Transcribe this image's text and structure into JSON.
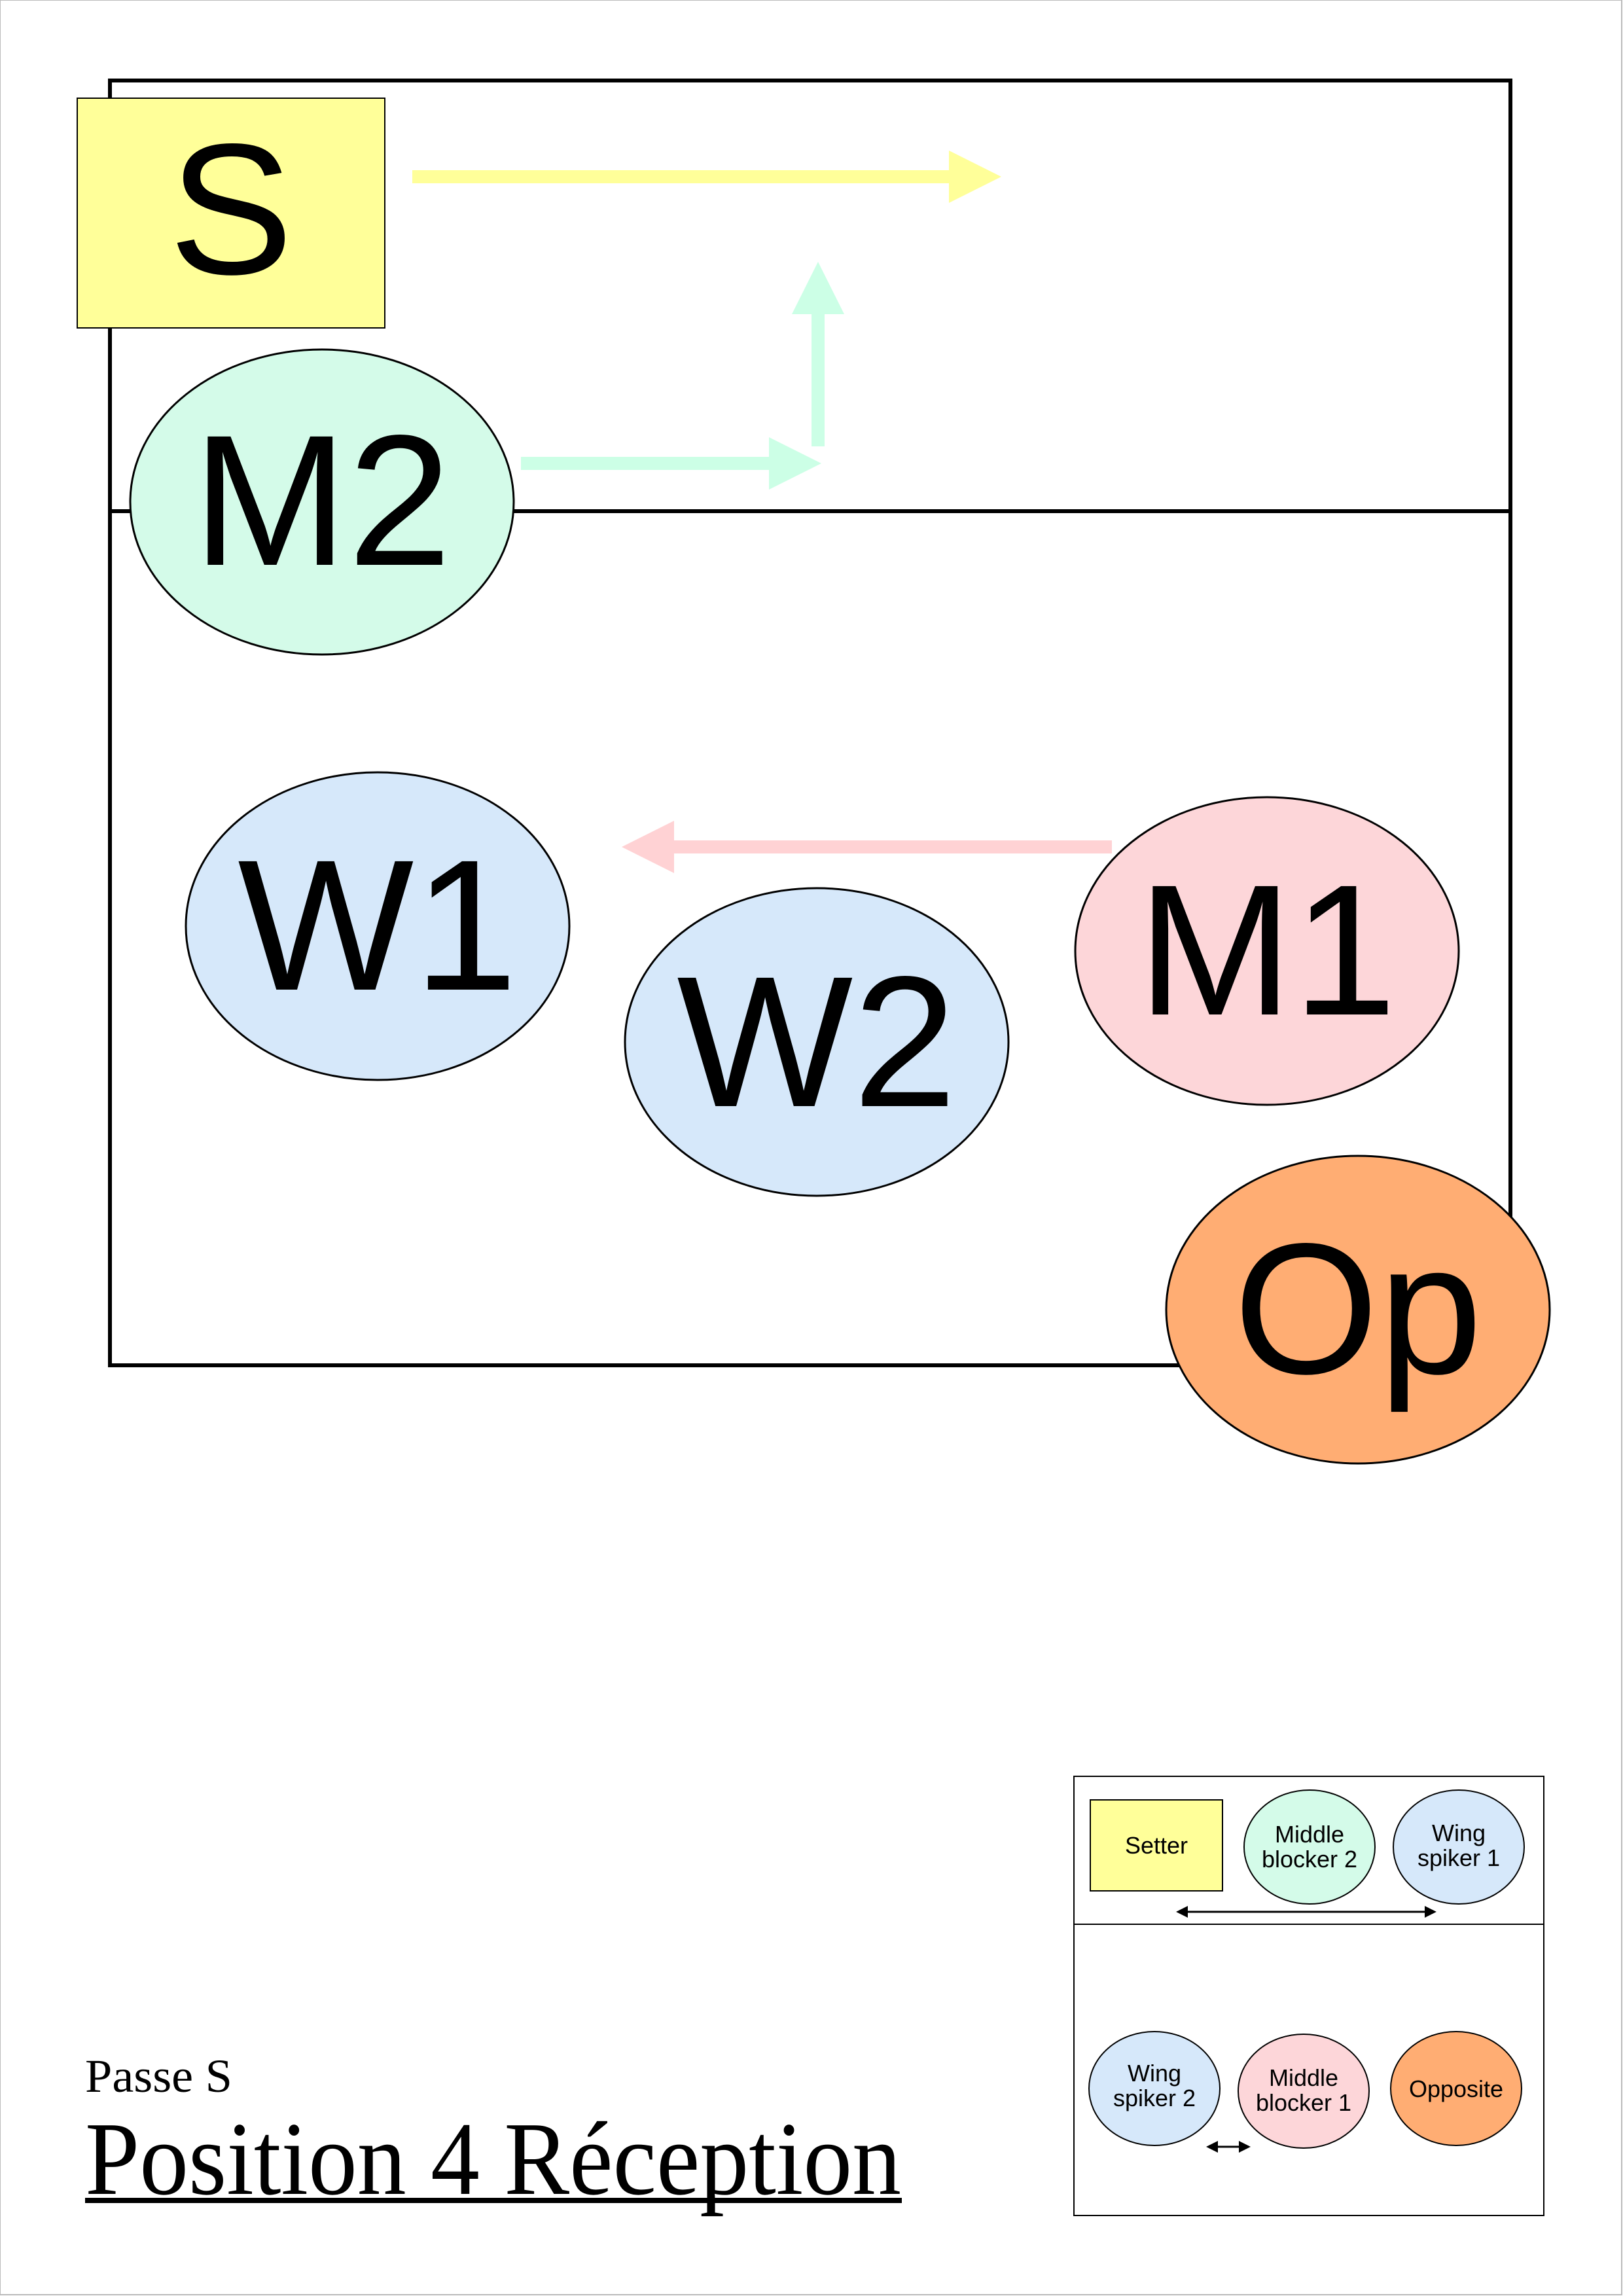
{
  "players": {
    "setter": {
      "label": "S",
      "color": "#FFFF99"
    },
    "middle2": {
      "label": "M2",
      "color": "#D4FBE9"
    },
    "wing1": {
      "label": "W1",
      "color": "#D6E8FA"
    },
    "wing2": {
      "label": "W2",
      "color": "#D6E8FA"
    },
    "middle1": {
      "label": "M1",
      "color": "#FDD6D9"
    },
    "opposite": {
      "label": "Op",
      "color": "#FFAD73"
    }
  },
  "legend": {
    "setter": "Setter",
    "middle2": [
      "Middle",
      "blocker 2"
    ],
    "wing1": [
      "Wing",
      "spiker 1"
    ],
    "wing2": [
      "Wing",
      "spiker 2"
    ],
    "middle1": [
      "Middle",
      "blocker 1"
    ],
    "opposite": "Opposite"
  },
  "caption": {
    "subtitle": "Passe S",
    "title": "Position 4 Réception"
  },
  "arrow_colors": {
    "setter": "#FFFF99",
    "middle2": "#CCFFE6",
    "middle1": "#FFD2D4"
  }
}
